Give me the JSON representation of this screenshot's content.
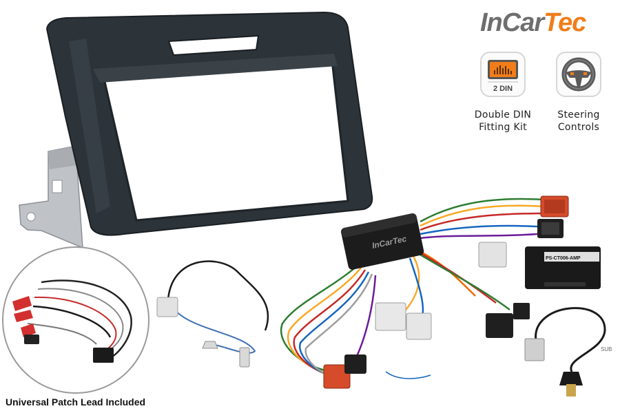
{
  "brand": {
    "name_part1": "InCar",
    "name_part2": "Tec",
    "color_accent": "#f07d1a",
    "color_grey": "#6e6e6e"
  },
  "features": [
    {
      "icon": "double-din-icon",
      "badge": "2 DIN",
      "line1": "Double DIN",
      "line2": "Fitting Kit"
    },
    {
      "icon": "steering-wheel-icon",
      "line1": "Steering",
      "line2": "Controls"
    }
  ],
  "interface_box_label": "InCarTec",
  "amp_box_label": "PS-CT006-AMP",
  "sub_cable_label": "SUB",
  "patch_caption": "Universal Patch Lead Included"
}
